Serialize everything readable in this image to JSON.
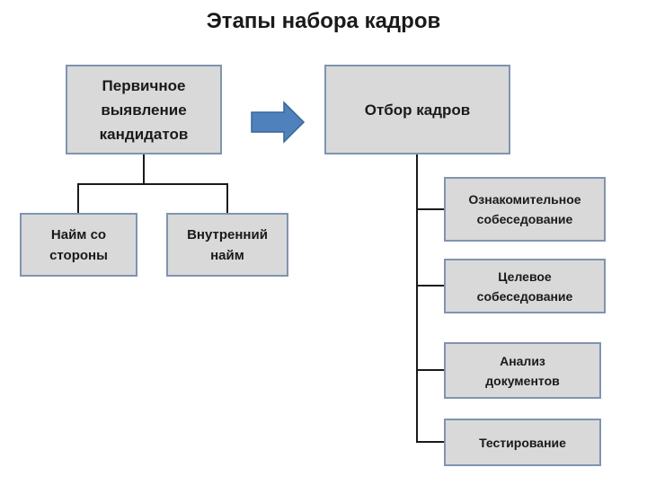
{
  "title": "Этапы набора кадров",
  "nodes": {
    "primary": "Первичное\nвыявление\nкандидатов",
    "selection": "Отбор кадров",
    "external_hire": "Найм со\nстороны",
    "internal_hire": "Внутренний\nнайм",
    "intro_interview": "Ознакомительное\nсобеседование",
    "target_interview": "Целевое\nсобеседование",
    "doc_analysis": "Анализ\nдокументов",
    "testing": "Тестирование"
  },
  "colors": {
    "box_fill": "#d9d9d9",
    "box_border": "#7f94b0",
    "arrow_fill": "#4f81bd",
    "arrow_border": "#3a6595",
    "connector": "#1a1a1a"
  }
}
